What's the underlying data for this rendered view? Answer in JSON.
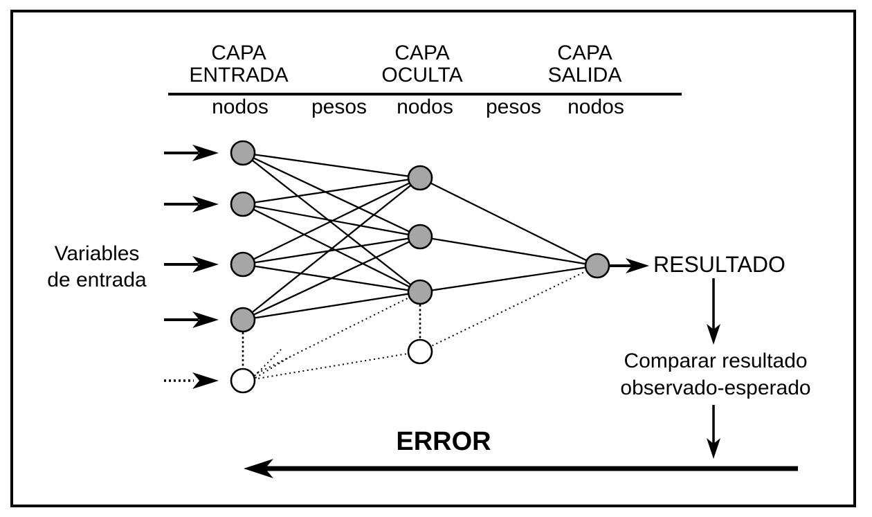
{
  "colors": {
    "ink": "#000000",
    "background": "#ffffff",
    "node_fill_gray": "#a6a6a6",
    "node_fill_white": "#ffffff"
  },
  "header": {
    "columns": [
      {
        "line1": "CAPA",
        "line2": "ENTRADA"
      },
      {
        "line1": "CAPA",
        "line2": "OCULTA"
      },
      {
        "line1": "CAPA",
        "line2": "SALIDA"
      }
    ],
    "sublabels": [
      "nodos",
      "pesos",
      "nodos",
      "pesos",
      "nodos"
    ]
  },
  "left_label": {
    "line1": "Variables",
    "line2": "de entrada"
  },
  "result_label": "RESULTADO",
  "compare_label": {
    "line1": "Comparar resultado",
    "line2": "observado-esperado"
  },
  "error_label": "ERROR",
  "network": {
    "input_nodes_solid": 4,
    "input_nodes_dashed": 1,
    "hidden_nodes_solid": 3,
    "hidden_nodes_dashed": 1,
    "output_nodes": 1
  }
}
